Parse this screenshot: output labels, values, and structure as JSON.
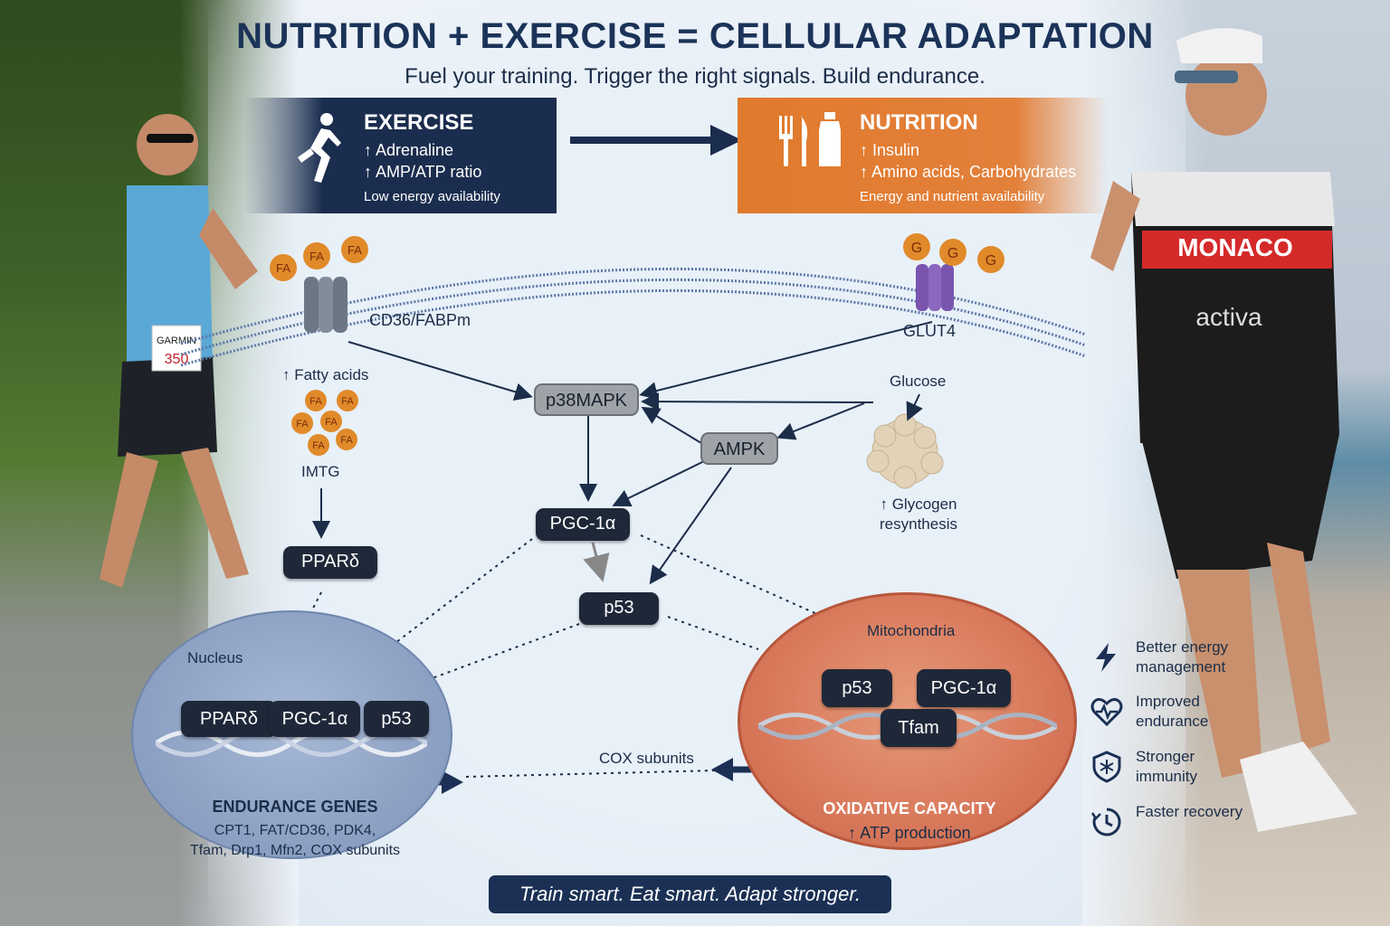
{
  "header": {
    "title": "NUTRITION + EXERCISE = CELLULAR ADAPTATION",
    "subtitle": "Fuel your training. Trigger the right signals. Build endurance."
  },
  "exercise": {
    "title": "EXERCISE",
    "line1": "↑ Adrenaline",
    "line2": "↑ AMP/ATP ratio",
    "note": "Low energy availability",
    "icon": "runner-icon"
  },
  "nutrition": {
    "title": "NUTRITION",
    "line1": "↑ Insulin",
    "line2": "↑ Amino acids, Carbohydrates",
    "note": "Energy and nutrient availability",
    "icon": "utensils-bottle-icon"
  },
  "membrane": {
    "transporter_left": "CD36/FABPm",
    "transporter_right": "GLUT4",
    "fa_label": "FA",
    "g_label": "G"
  },
  "labels": {
    "fatty_acids": "↑ Fatty acids",
    "imtg": "IMTG",
    "glucose": "Glucose",
    "glycogen": "↑ Glycogen resynthesis",
    "cox": "COX subunits"
  },
  "nodes": {
    "p38mapk": "p38MAPK",
    "ampk": "AMPK",
    "pgc1a": "PGC-1α",
    "p53": "p53",
    "ppard": "PPARδ"
  },
  "nucleus": {
    "label": "Nucleus",
    "ppard": "PPARδ",
    "pgc1a": "PGC-1α",
    "p53": "p53",
    "genes_title": "ENDURANCE GENES",
    "genes_line1": "CPT1, FAT/CD36, PDK4,",
    "genes_line2": "Tfam, Drp1, Mfn2, COX subunits"
  },
  "mitochondria": {
    "label": "Mitochondria",
    "p53": "p53",
    "pgc1a": "PGC-1α",
    "tfam": "Tfam",
    "capacity_title": "OXIDATIVE CAPACITY",
    "capacity_line": "↑ ATP production"
  },
  "benefits": [
    {
      "icon": "lightning-icon",
      "text": "Better energy management"
    },
    {
      "icon": "heart-pulse-icon",
      "text": "Improved endurance"
    },
    {
      "icon": "shield-icon",
      "text": "Stronger immunity"
    },
    {
      "icon": "clock-icon",
      "text": "Faster recovery"
    }
  ],
  "footer": {
    "tagline": "Train smart. Eat smart. Adapt stronger."
  },
  "photos": {
    "left_bib_brand": "GARMIN",
    "left_bib_number": "350",
    "right_jersey_text": "MONACO",
    "right_jersey_brand": "activa"
  },
  "colors": {
    "navy": "#1b2d4e",
    "orange": "#e3803a",
    "node_dark": "#1e2838",
    "node_grey": "#9ea3a8",
    "fa_orange": "#e08a2a",
    "glut_purple": "#7a55b0",
    "mito_red": "#d8785a",
    "nucleus_blue": "#8ea2c4"
  }
}
